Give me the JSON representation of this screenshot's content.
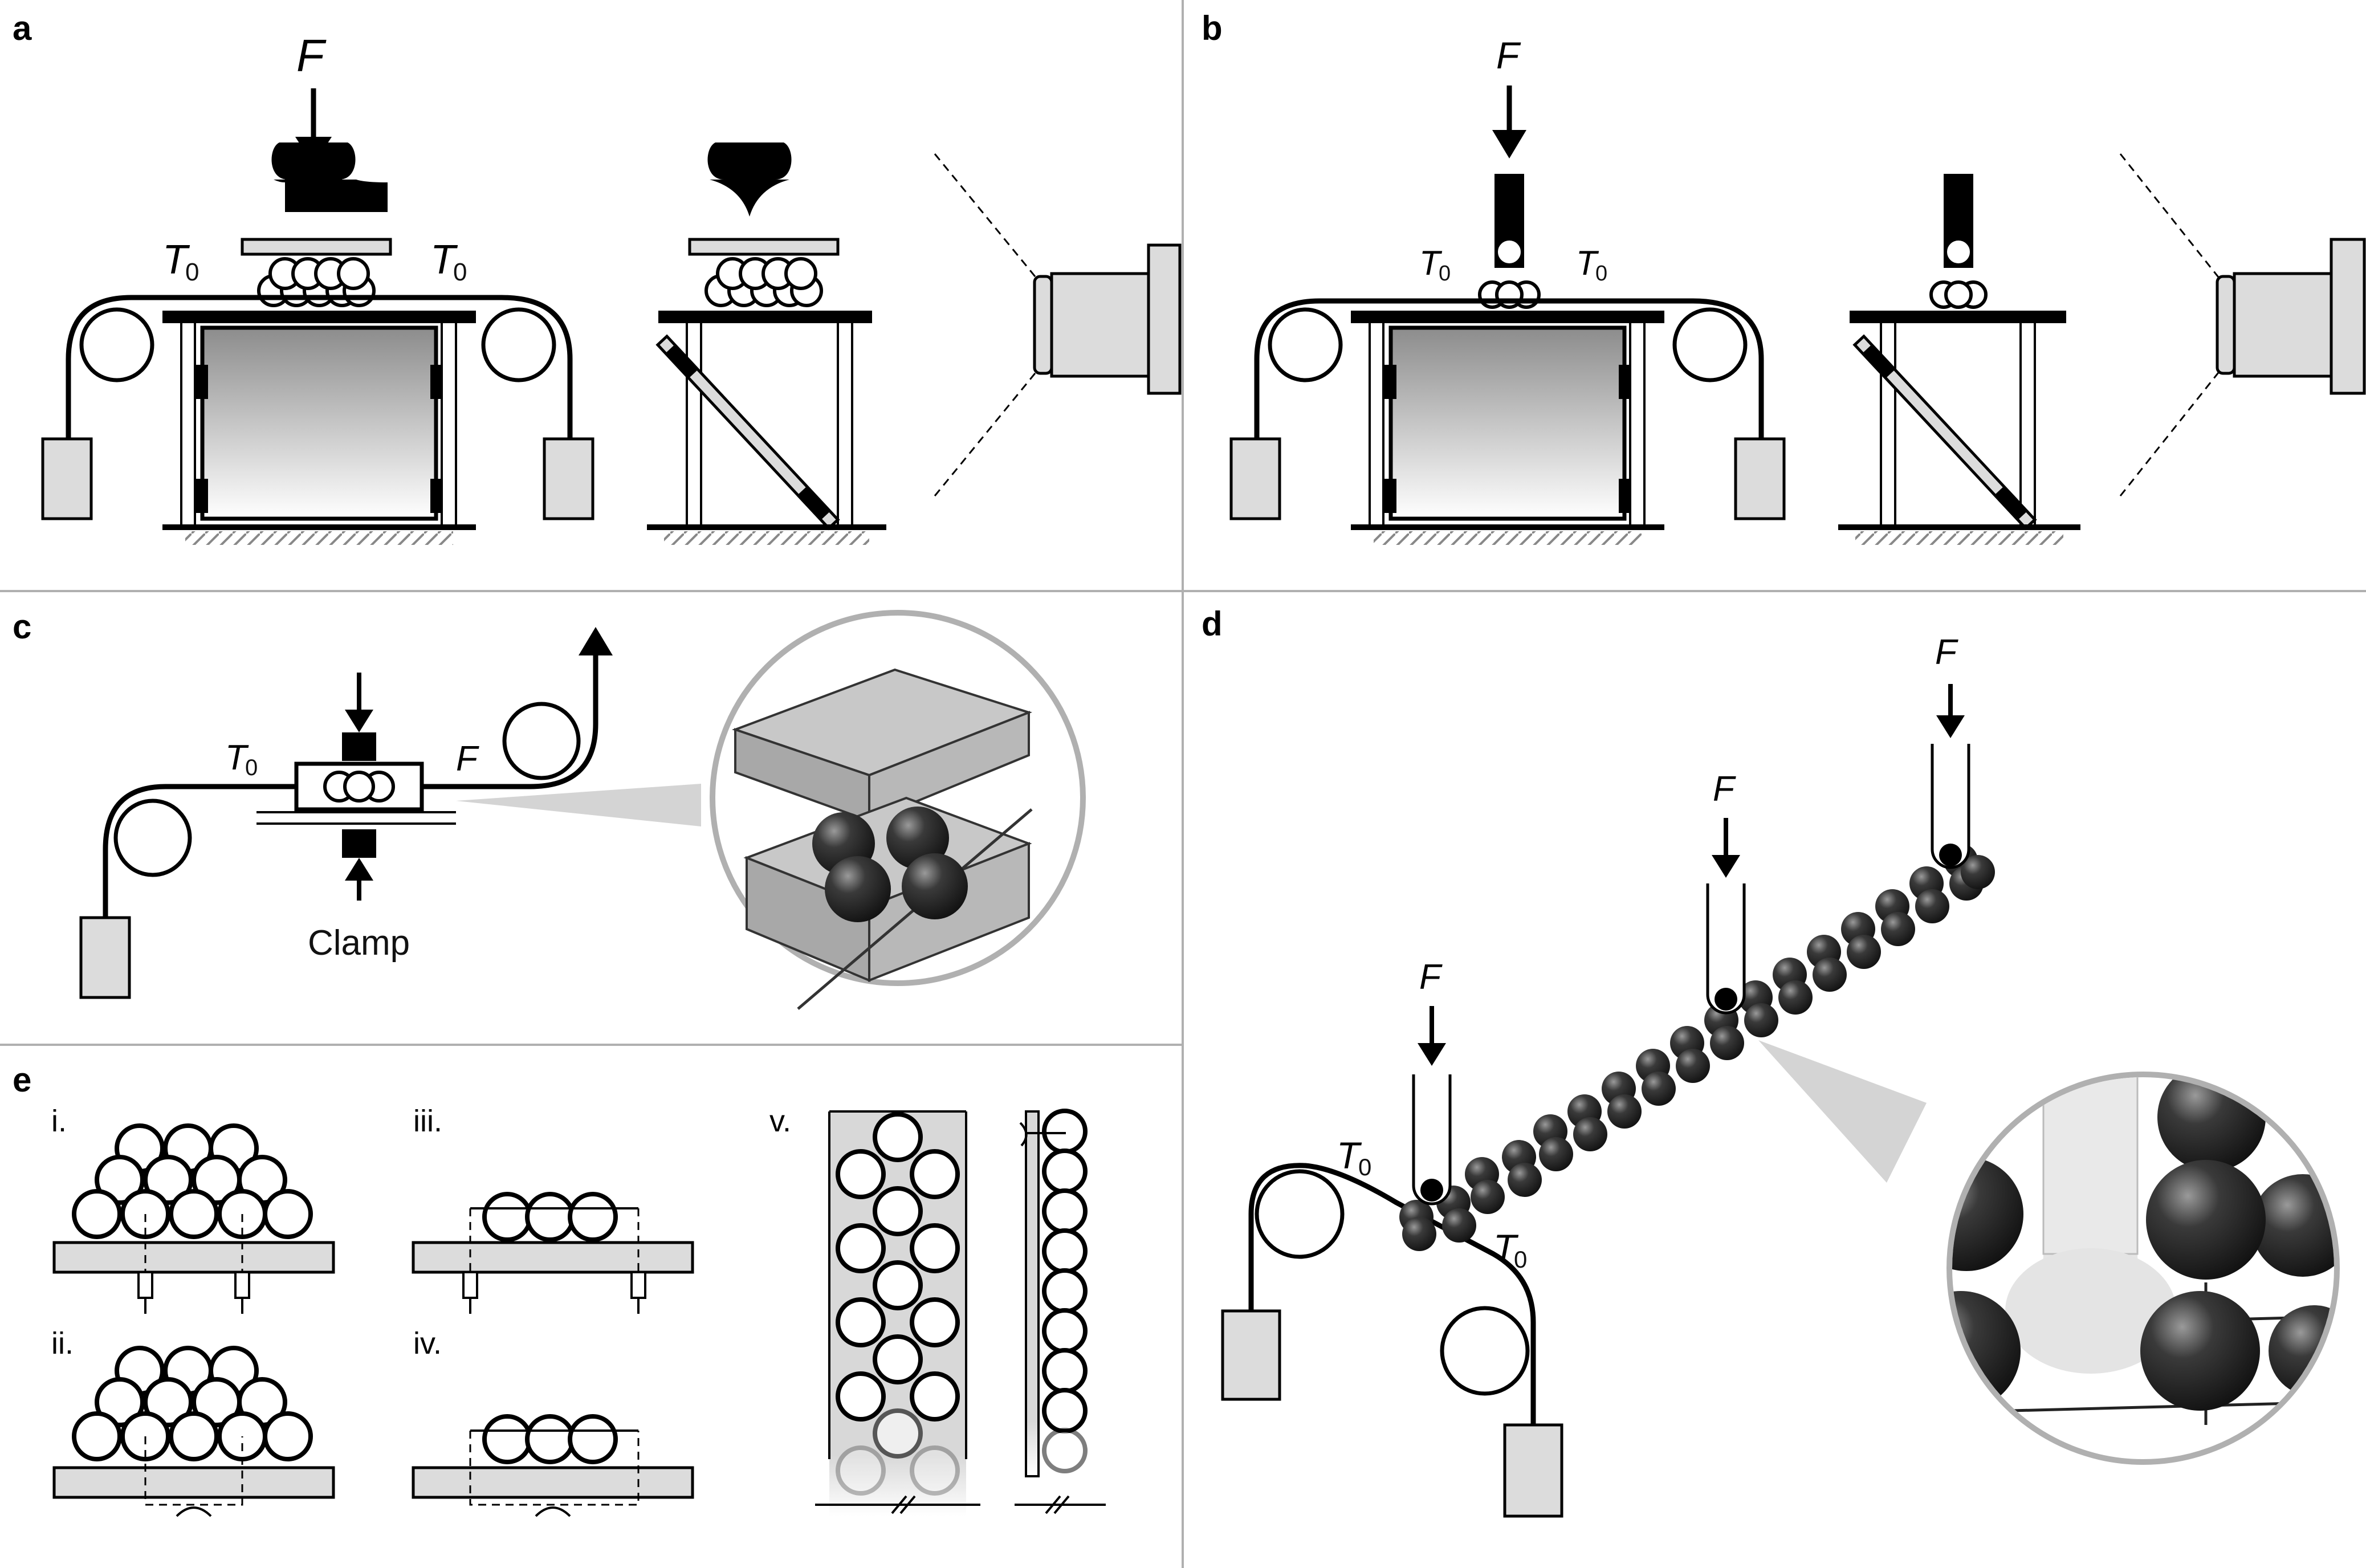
{
  "panels": {
    "a": {
      "label": "a",
      "force": "F",
      "tension": "T",
      "tension_sub": "0"
    },
    "b": {
      "label": "b",
      "force": "F",
      "tension": "T",
      "tension_sub": "0"
    },
    "c": {
      "label": "c",
      "force": "F",
      "tension": "T",
      "tension_sub": "0",
      "clamp": "Clamp"
    },
    "d": {
      "label": "d",
      "force": "F",
      "tension": "T",
      "tension_sub": "0"
    },
    "e": {
      "label": "e",
      "sub": [
        "i.",
        "ii.",
        "iii.",
        "iv.",
        "v."
      ]
    }
  },
  "colors": {
    "grey_fill": "#dcdcdc",
    "divider": "#b0b0b0",
    "sphere": "#2a2a2a"
  }
}
